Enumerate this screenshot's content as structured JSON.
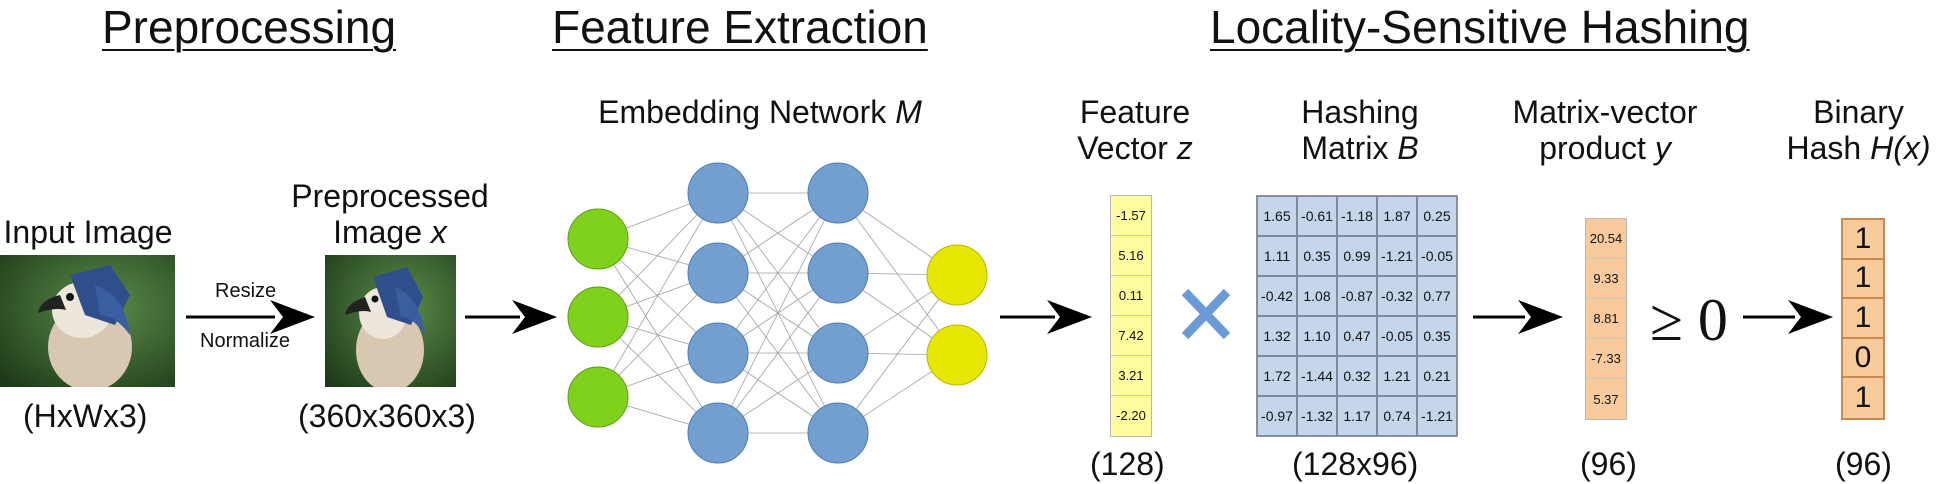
{
  "sections": {
    "preprocessing": "Preprocessing",
    "feature_extraction": "Feature Extraction",
    "lsh": "Locality-Sensitive Hashing"
  },
  "input": {
    "label": "Input Image",
    "dim": "(HxWx3)"
  },
  "arrow1": {
    "top_label": "Resize",
    "bottom_label": "Normalize"
  },
  "preprocessed": {
    "line1": "Preprocessed",
    "line2": "Image ",
    "var": "x",
    "dim": "(360x360x3)"
  },
  "network": {
    "title": "Embedding Network ",
    "var": "M"
  },
  "feature": {
    "line1": "Feature",
    "line2": "Vector ",
    "var": "z",
    "dim": "(128)",
    "values": [
      "-1.57",
      "5.16",
      "0.11",
      "7.42",
      "3.21",
      "-2.20"
    ]
  },
  "matrix": {
    "line1": "Hashing",
    "line2": "Matrix ",
    "var": "B",
    "dim": "(128x96)",
    "rows": [
      [
        "1.65",
        "-0.61",
        "-1.18",
        "1.87",
        "0.25"
      ],
      [
        "1.11",
        "0.35",
        "0.99",
        "-1.21",
        "-0.05"
      ],
      [
        "-0.42",
        "1.08",
        "-0.87",
        "-0.32",
        "0.77"
      ],
      [
        "1.32",
        "1.10",
        "0.47",
        "-0.05",
        "0.35"
      ],
      [
        "1.72",
        "-1.44",
        "0.32",
        "1.21",
        "0.21"
      ],
      [
        "-0.97",
        "-1.32",
        "1.17",
        "0.74",
        "-1.21"
      ]
    ]
  },
  "product": {
    "line1": "Matrix-vector",
    "line2": "product ",
    "var": "y",
    "dim": "(96)",
    "values": [
      "20.54",
      "9.33",
      "8.81",
      "-7.33",
      "5.37"
    ]
  },
  "threshold": "≥ 0",
  "hash": {
    "line1": "Binary",
    "line2": "Hash ",
    "var": "H(x)",
    "dim": "(96)",
    "values": [
      "1",
      "1",
      "1",
      "0",
      "1"
    ]
  },
  "colors": {
    "green": "#7fd11b",
    "blue": "#729fcf",
    "yellow": "#e6e600",
    "feature_bg": "#fdfd9e",
    "matrix_bg": "#c5d6ea",
    "product_bg": "#f9cb9c",
    "times": "#6a9bd8"
  }
}
